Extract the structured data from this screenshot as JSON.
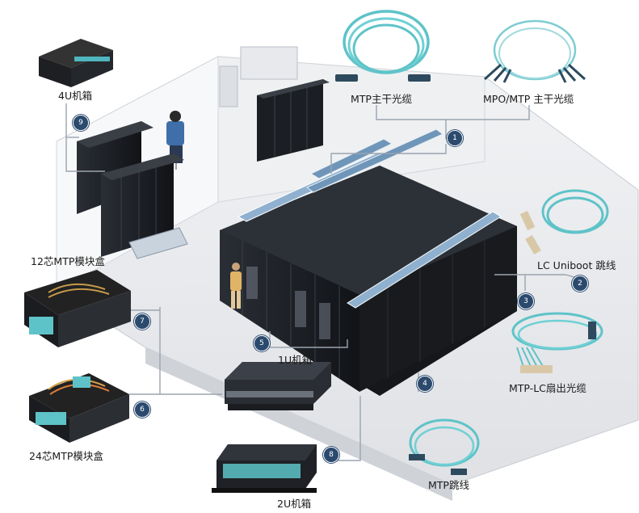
{
  "colors": {
    "fiber": "#5ec3c8",
    "connector": "#2e4a5e",
    "badge": "#2b4a6e",
    "rack": "#1c1f24",
    "tray": "#6f96b8",
    "floor": "#e9eaec",
    "line": "#9aa4b0"
  },
  "labels": {
    "box_4u": "4U机箱",
    "mtp_trunk": "MTP主干光缆",
    "mpo_mtp_trunk": "MPO/MTP 主干光缆",
    "lc_uniboot": "LC Uniboot 跳线",
    "module_12": "12芯MTP模块盒",
    "box_1u": "1U机箱",
    "mtp_lc_fanout": "MTP-LC扇出光缆",
    "module_24": "24芯MTP模块盒",
    "mtp_patch": "MTP跳线",
    "box_2u": "2U机箱"
  },
  "badges": {
    "b1": "1",
    "b2": "2",
    "b3": "3",
    "b4": "4",
    "b5": "5",
    "b6": "6",
    "b7": "7",
    "b8": "8",
    "b9": "9"
  }
}
